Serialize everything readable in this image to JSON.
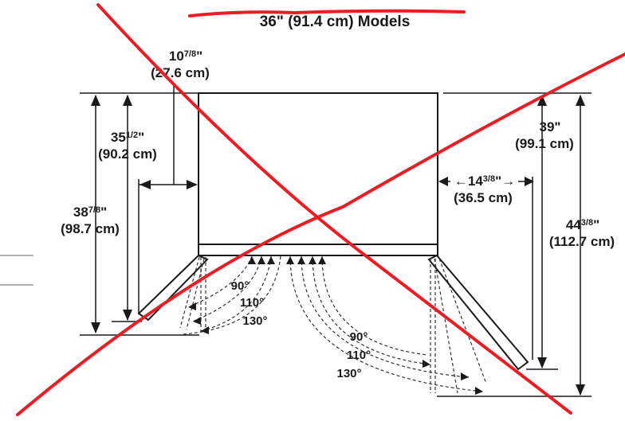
{
  "title": "36\" (91.4 cm) Models",
  "dimensions": {
    "door_offset": {
      "in_whole": "10",
      "in_frac": "7/8",
      "in_unit": "\"",
      "cm": "(27.6 cm)"
    },
    "depth_cabinet": {
      "in_whole": "35",
      "in_frac": "1/2",
      "in_unit": "\"",
      "cm": "(90.2 cm)"
    },
    "depth_left_open": {
      "in_whole": "38",
      "in_frac": "7/8",
      "in_unit": "\"",
      "cm": "(98.7 cm)"
    },
    "depth_right": {
      "in_whole": "39",
      "in_unit": "\"",
      "cm": "(99.1 cm)"
    },
    "door_clearance_right": {
      "arrow_l": "←",
      "in_whole": "14",
      "in_frac": "3/8",
      "in_unit": "\"",
      "arrow_r": "→",
      "cm": "(36.5 cm)"
    },
    "depth_right_open": {
      "in_whole": "44",
      "in_frac": "3/8",
      "in_unit": "\"",
      "cm": "(112.7 cm)"
    }
  },
  "angles_left": [
    "90°",
    "110°",
    "130°"
  ],
  "angles_right": [
    "90°",
    "110°",
    "130°"
  ],
  "colors": {
    "line": "#1a1a1a",
    "strike": "#ec1c24",
    "dash": "#333333",
    "rule": "#9a9a9a"
  }
}
